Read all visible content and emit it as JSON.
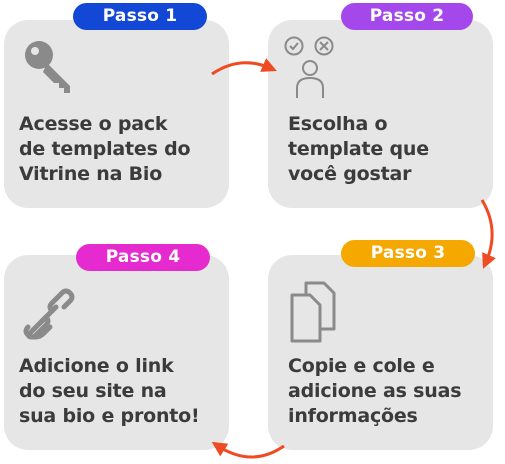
{
  "steps": [
    {
      "badge": "Passo 1",
      "badge_color": "#1347d6",
      "text": "Acesse o pack\nde templates do\nVitrine na Bio",
      "icon": "key-icon"
    },
    {
      "badge": "Passo 2",
      "badge_color": "#a448eb",
      "text": "Escolha o\ntemplate que\nvocê gostar",
      "icon": "person-choice-icon"
    },
    {
      "badge": "Passo 3",
      "badge_color": "#f5a800",
      "text": "Copie e cole e\nadicione as suas\ninformações",
      "icon": "copy-documents-icon"
    },
    {
      "badge": "Passo 4",
      "badge_color": "#e52bd0",
      "text": "Adicione o link\ndo seu site na\nsua bio e pronto!",
      "icon": "link-icon"
    }
  ],
  "card_color": "#e6e6e6",
  "text_color": "#3b3b3b",
  "icon_color": "#8a8a8a",
  "arrow_color": "#ef4a22"
}
